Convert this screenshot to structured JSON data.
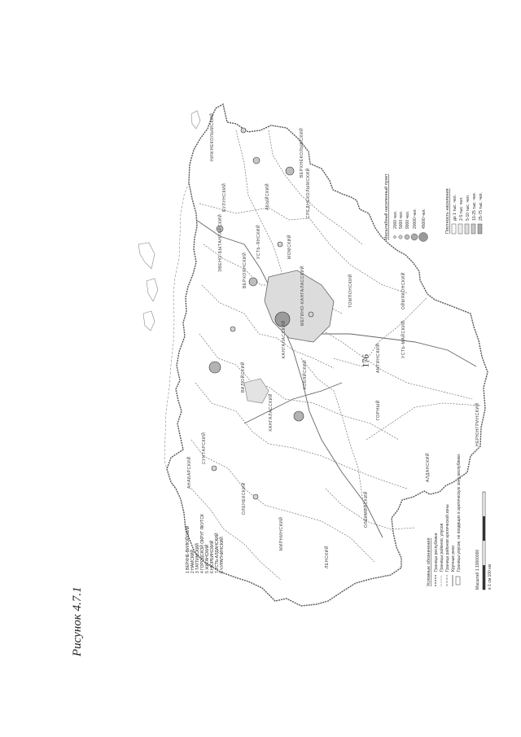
{
  "page": {
    "number": "176",
    "caption": "Рисунок 4.7.1"
  },
  "map": {
    "numbered_districts": [
      "1 ВЕРХНЕ-ВИЛЮЙСКИЙ",
      "2 НАМСКИЙ",
      "3 ТАТТИНСКИЙ",
      "4 ГОРОДСКОЙ ОКРУГ ЯКУТСК",
      "5 ЖИГАНСКИЙ",
      "6 НЮРБИНСКИЙ",
      "7 УСТЬ-АЛДАНСКИЙ",
      "8 ЧУРАПЧИНСКИЙ"
    ],
    "district_labels": [
      "АНАБАРСКИЙ",
      "ОЛЕНЕКСКИЙ",
      "МИРНИНСКИЙ",
      "ЛЕНСКИЙ",
      "ОЛЁКМИНСКИЙ",
      "АЛДАНСКИЙ",
      "НЕРЮНГРИНСКИЙ",
      "ТОМПОНСКИЙ",
      "ВЕРХОЯНСКИЙ",
      "ОЙМЯКОНСКИЙ",
      "ЭВЕНО-БЫТАНТАЙСКИЙ",
      "БУЛУНСКИЙ",
      "УСТЬ-ЯНСКИЙ",
      "АБЫЙСКИЙ",
      "СРЕДНЕКОЛЫМСКИЙ",
      "НИЖНЕКОЛЫМСКИЙ",
      "ВЕРХНЕКОЛЫМСКИЙ",
      "МОМСКИЙ",
      "КОБЯЙСКИЙ",
      "ВИЛЮЙСКИЙ",
      "СУНТАРСКИЙ",
      "ГОРНЫЙ",
      "АМГИНСКИЙ",
      "УСТЬ-МАЙСКИЙ",
      "КАНГАЛАССКИЙ",
      "ХАНГАЛАССКИЙ",
      "МЕГИНО-КАНГАЛАССКИЙ"
    ],
    "legend_conventional": {
      "title": "Условные обозначения",
      "items": [
        "Граница республики",
        "Границы районов, улусов",
        "Граница районов арктической зоны",
        "Крупные реки",
        "Границы улусов, не входящих в арктическую зону республики"
      ]
    },
    "legend_settlements": {
      "title": "Масштабный населенный пункт",
      "items": [
        "2000 чел.",
        "5000 чел.",
        "9000 чел.",
        "20000 чел.",
        "45000 чел."
      ]
    },
    "legend_density": {
      "title": "Плотность населения",
      "items": [
        "до 1 тыс. чел.",
        "2-5 тыс. чел.",
        "5-10 тыс. чел.",
        "10-25 тыс. чел.",
        "25-75 тыс. чел."
      ]
    },
    "scale": {
      "label": "Масштаб 1:10000000",
      "note": "в 1 см 100 км"
    }
  }
}
